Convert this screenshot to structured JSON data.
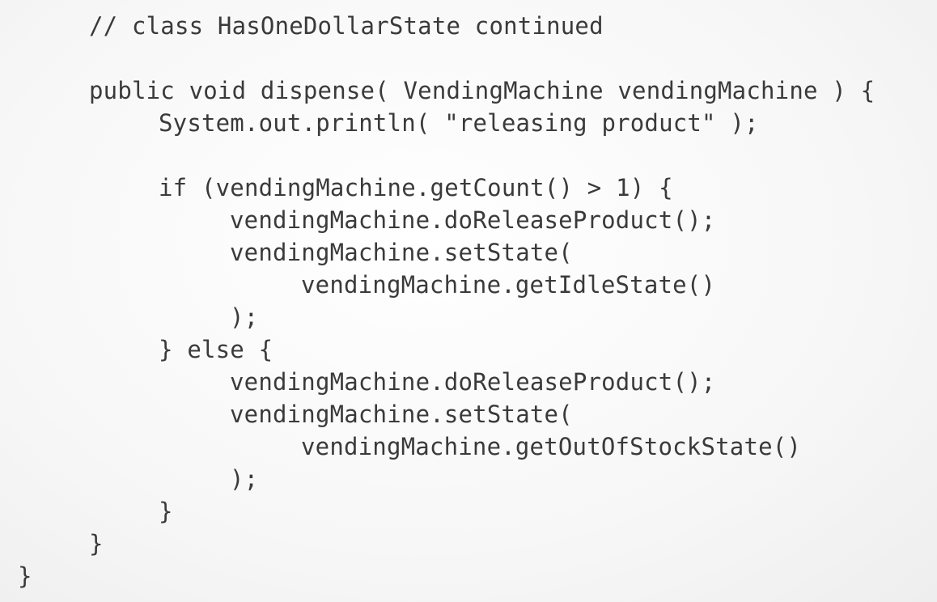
{
  "code_lines": [
    "// class HasOneDollarState continued",
    "public void dispense( VendingMachine vendingMachine ) {",
    "System.out.println( \"releasing product\" );",
    "if (vendingMachine.getCount() > 1) {",
    "vendingMachine.doReleaseProduct();",
    "vendingMachine.setState(",
    "vendingMachine.getIdleState()",
    ");",
    "} else {",
    "vendingMachine.doReleaseProduct();",
    "vendingMachine.setState(",
    "vendingMachine.getOutOfStockState()",
    ");",
    "}",
    "}",
    "}"
  ]
}
